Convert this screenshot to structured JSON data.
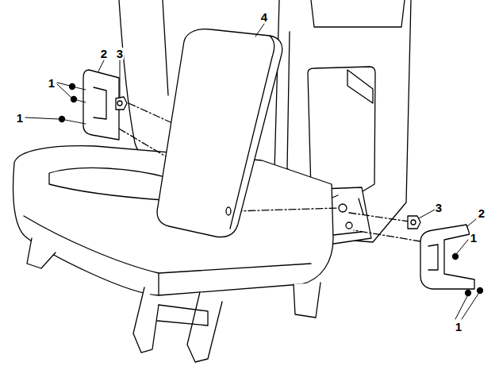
{
  "diagram": {
    "labels": [
      "4",
      "2",
      "3",
      "1",
      "1",
      "3",
      "2",
      "1",
      "1"
    ]
  }
}
